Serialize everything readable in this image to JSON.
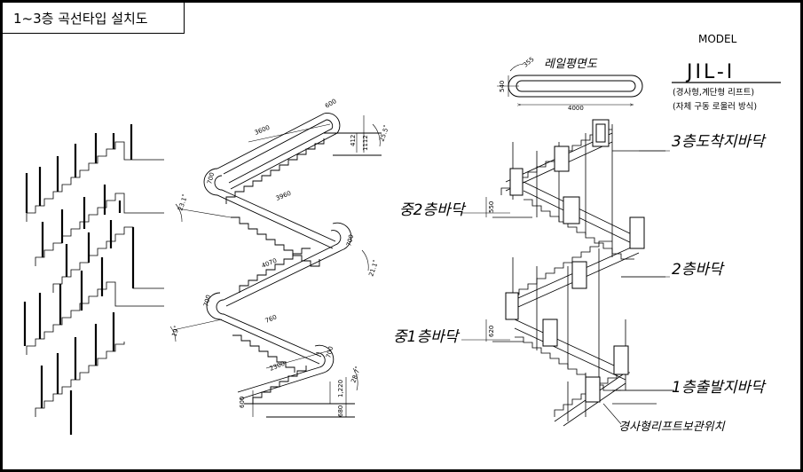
{
  "title": "1~3층 곡선타입 설치도",
  "model": {
    "header": "MODEL",
    "name": "JIL-I",
    "desc_line1": "(경사형,계단형 리프트)",
    "desc_line2": "(자체 구동 로울러 방식)"
  },
  "rail_plan": {
    "label": "레일평면도",
    "dim_length": "4000",
    "dim_radius": "355",
    "dim_height": "540"
  },
  "floor_labels": {
    "floor3": "3층도착지바닥",
    "mid2": "중2층바닥",
    "floor2": "2층바닥",
    "mid1": "중1층바닥",
    "floor1": "1층출발지바닥",
    "storage": "경사형리프트보관위치"
  },
  "middle_dims": {
    "d3600": "3600",
    "d600": "600",
    "d1112": "1112",
    "d412": "412",
    "a25_5": "25.5˚",
    "d3960": "3960",
    "d700a": "700",
    "a23_1": "23.1˚",
    "d700b": "700",
    "d4070": "4070",
    "a21_1": "21.1˚",
    "d760": "760",
    "a19": "19˚",
    "d700c": "700",
    "d2300": "2300",
    "d700d": "700",
    "a28_7": "28.7˚",
    "d1220": "1,220",
    "d680": "680",
    "d600b": "600"
  },
  "right_dims": {
    "d550": "550",
    "d620": "620"
  }
}
